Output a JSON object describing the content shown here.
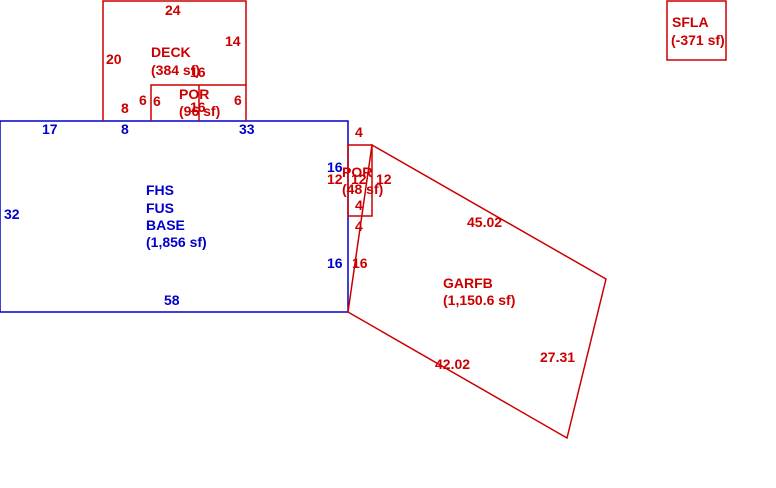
{
  "colors": {
    "primary": "#cc0000",
    "secondary": "#0000cc"
  },
  "areas": {
    "base": {
      "lines": [
        "FHS",
        "FUS",
        "BASE"
      ],
      "area": "(1,856 sf)"
    },
    "deck": {
      "name": "DECK",
      "area": "(384 sf)"
    },
    "porch_top": {
      "name": "POR",
      "area": "(96 sf)"
    },
    "porch_side": {
      "name": "POR",
      "area": "(48 sf)"
    },
    "garage": {
      "name": "GARFB",
      "area": "(1,150.6 sf)"
    },
    "sfla": {
      "name": "SFLA",
      "area": "(-371 sf)"
    }
  },
  "dims": {
    "base_left": "32",
    "base_bottom": "58",
    "base_top_left": "17",
    "base_top_mid": "8",
    "base_top_right": "33",
    "base_right_upper": "16",
    "base_right_lower": "16",
    "deck_top": "24",
    "deck_left": "20",
    "deck_right": "14",
    "deck_inner": "16",
    "deck_step_left": "8",
    "deck_step_right": "6",
    "porch_left": "6",
    "porch_right": "6",
    "porch_inner": "16",
    "side_top": "4",
    "side_bottom": "4",
    "side_inner_top": "4",
    "side_left": "12",
    "side_mid": "12",
    "side_right": "12",
    "gar_right_upper": "16",
    "gar_diag_upper": "45.02",
    "gar_right": "27.31",
    "gar_diag_lower": "42.02"
  }
}
